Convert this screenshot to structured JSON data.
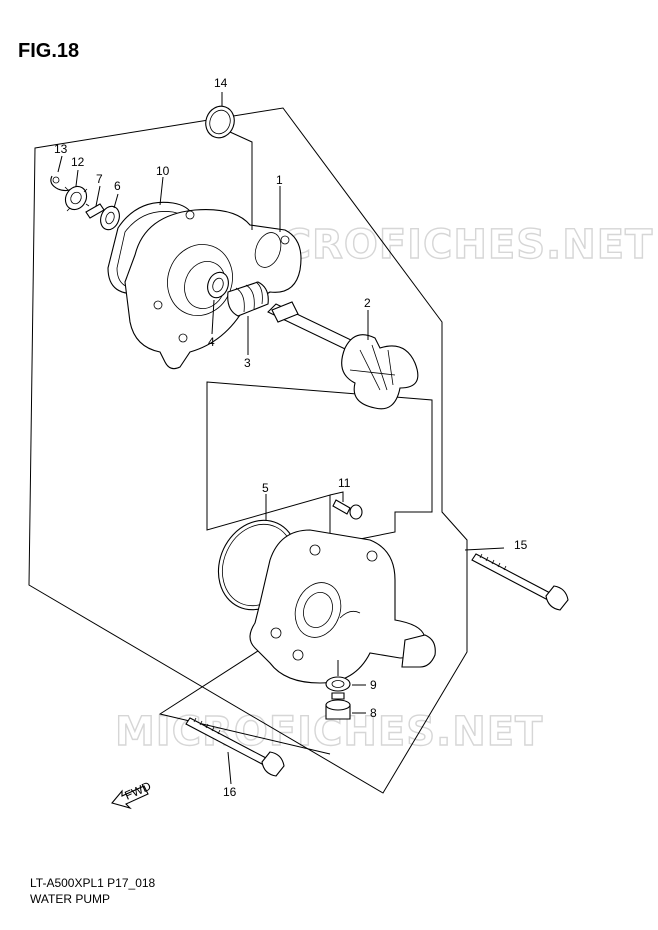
{
  "figure": {
    "title": "FIG.18"
  },
  "footer": {
    "code": "LT-A500XPL1 P17_018",
    "name": "WATER PUMP"
  },
  "watermark": {
    "text": "MICROFICHES.NET"
  },
  "fwd_label": "FWD",
  "callouts": [
    "1",
    "2",
    "3",
    "4",
    "5",
    "6",
    "7",
    "8",
    "9",
    "10",
    "11",
    "12",
    "13",
    "14",
    "15",
    "16"
  ],
  "colors": {
    "line": "#000000",
    "watermark": "#d6d6d6",
    "background": "#ffffff"
  }
}
